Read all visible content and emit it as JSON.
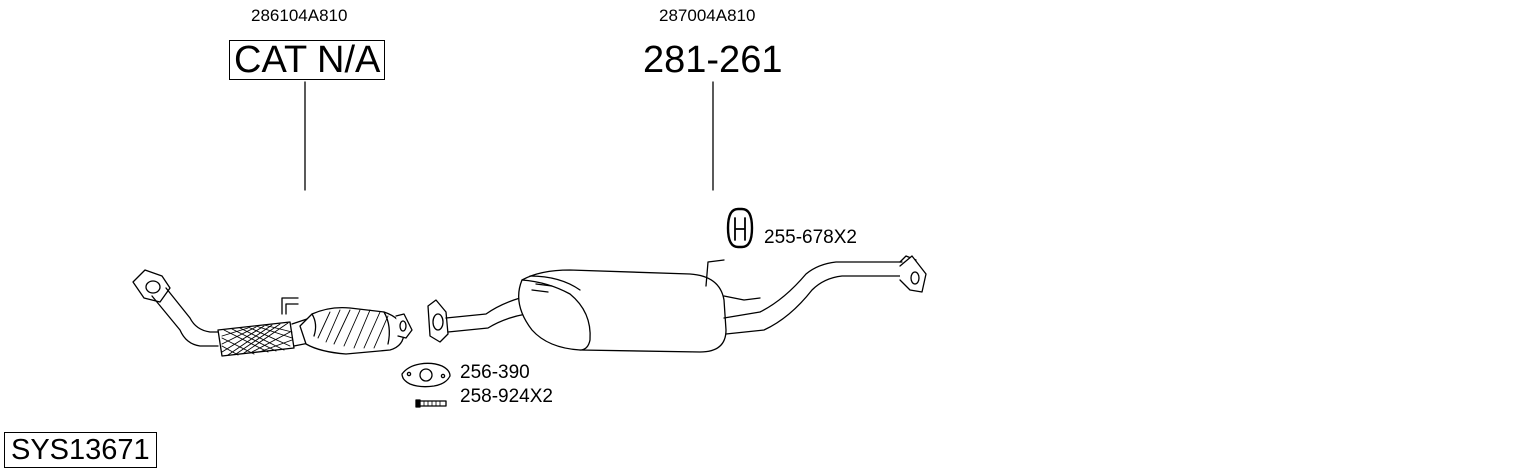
{
  "parts": {
    "catalytic_converter": {
      "oe_number": "286104A810",
      "part_number": "CAT N/A"
    },
    "rear_silencer": {
      "oe_number": "287004A810",
      "part_number": "281-261"
    }
  },
  "accessories": {
    "rubber_mount": "255-678X2",
    "gasket": "256-390",
    "bolt": "258-924X2"
  },
  "system_code": "SYS13671"
}
